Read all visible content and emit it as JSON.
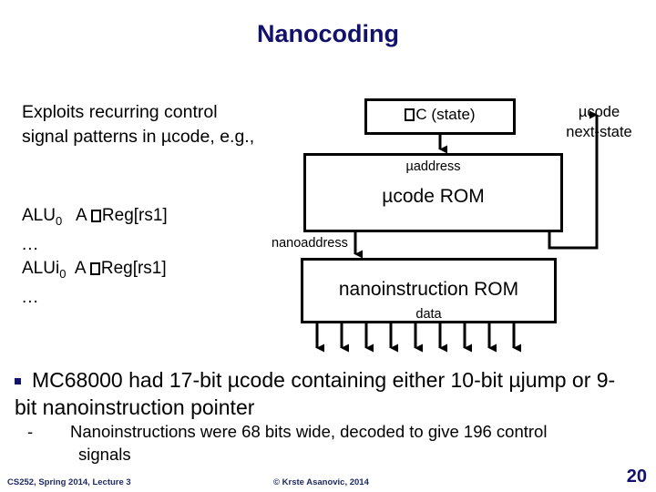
{
  "slide": {
    "title": "Nanocoding",
    "left_paragraph": "Exploits recurring control signal patterns in µcode, e.g.,",
    "code_lines": [
      {
        "mnemonic": "ALU",
        "subscript": "0",
        "operand_prefix": "A ",
        "glyph": "missing-glyph-box",
        "operand": "Reg[rs1]"
      },
      {
        "mnemonic": "...",
        "subscript": "",
        "operand_prefix": "",
        "glyph": "",
        "operand": ""
      },
      {
        "mnemonic": "ALUi",
        "subscript": "0",
        "operand_prefix": "A ",
        "glyph": "missing-glyph-box",
        "operand": "Reg[rs1]"
      },
      {
        "mnemonic": "...",
        "subscript": "",
        "operand_prefix": "",
        "glyph": "",
        "operand": ""
      }
    ],
    "code_line_1_full": "ALU₀  A □Reg[rs1]",
    "code_line_2_full": "...",
    "code_line_3_full": "ALUi₀  A □Reg[rs1]",
    "code_line_4_full": "..."
  },
  "diagram": {
    "upc_box_label_suffix": "C (state)",
    "upc_box_glyph": "missing-glyph-box",
    "uaddress_label": "µaddress",
    "ucode_rom_label": "µcode ROM",
    "nanoaddress_label": "nanoaddress",
    "nano_rom_label": "nanoinstruction ROM",
    "data_label": "data",
    "next_state_label": "µcode\nnext-state",
    "next_state_line1": "µcode",
    "next_state_line2": "next-state",
    "output_arrow_count": 9,
    "line_color": "#000000",
    "box_fill": "#ffffff"
  },
  "bullets": {
    "level1": {
      "marker": "square-bullet",
      "marker_color": "#13126b",
      "text": "MC68000 had 17-bit µcode containing either 10-bit µjump or 9-bit nanoinstruction pointer"
    },
    "level2": {
      "marker": "-",
      "text": "Nanoinstructions were 68 bits wide, decoded to give 196 control signals"
    }
  },
  "footer": {
    "left": "CS252, Spring 2014, Lecture 3",
    "center": "© Krste Asanovic, 2014",
    "page_number": "20",
    "color": "#1f2a63"
  },
  "theme": {
    "title_color": "#13126b",
    "body_color": "#000000",
    "background": "#ffffff"
  }
}
